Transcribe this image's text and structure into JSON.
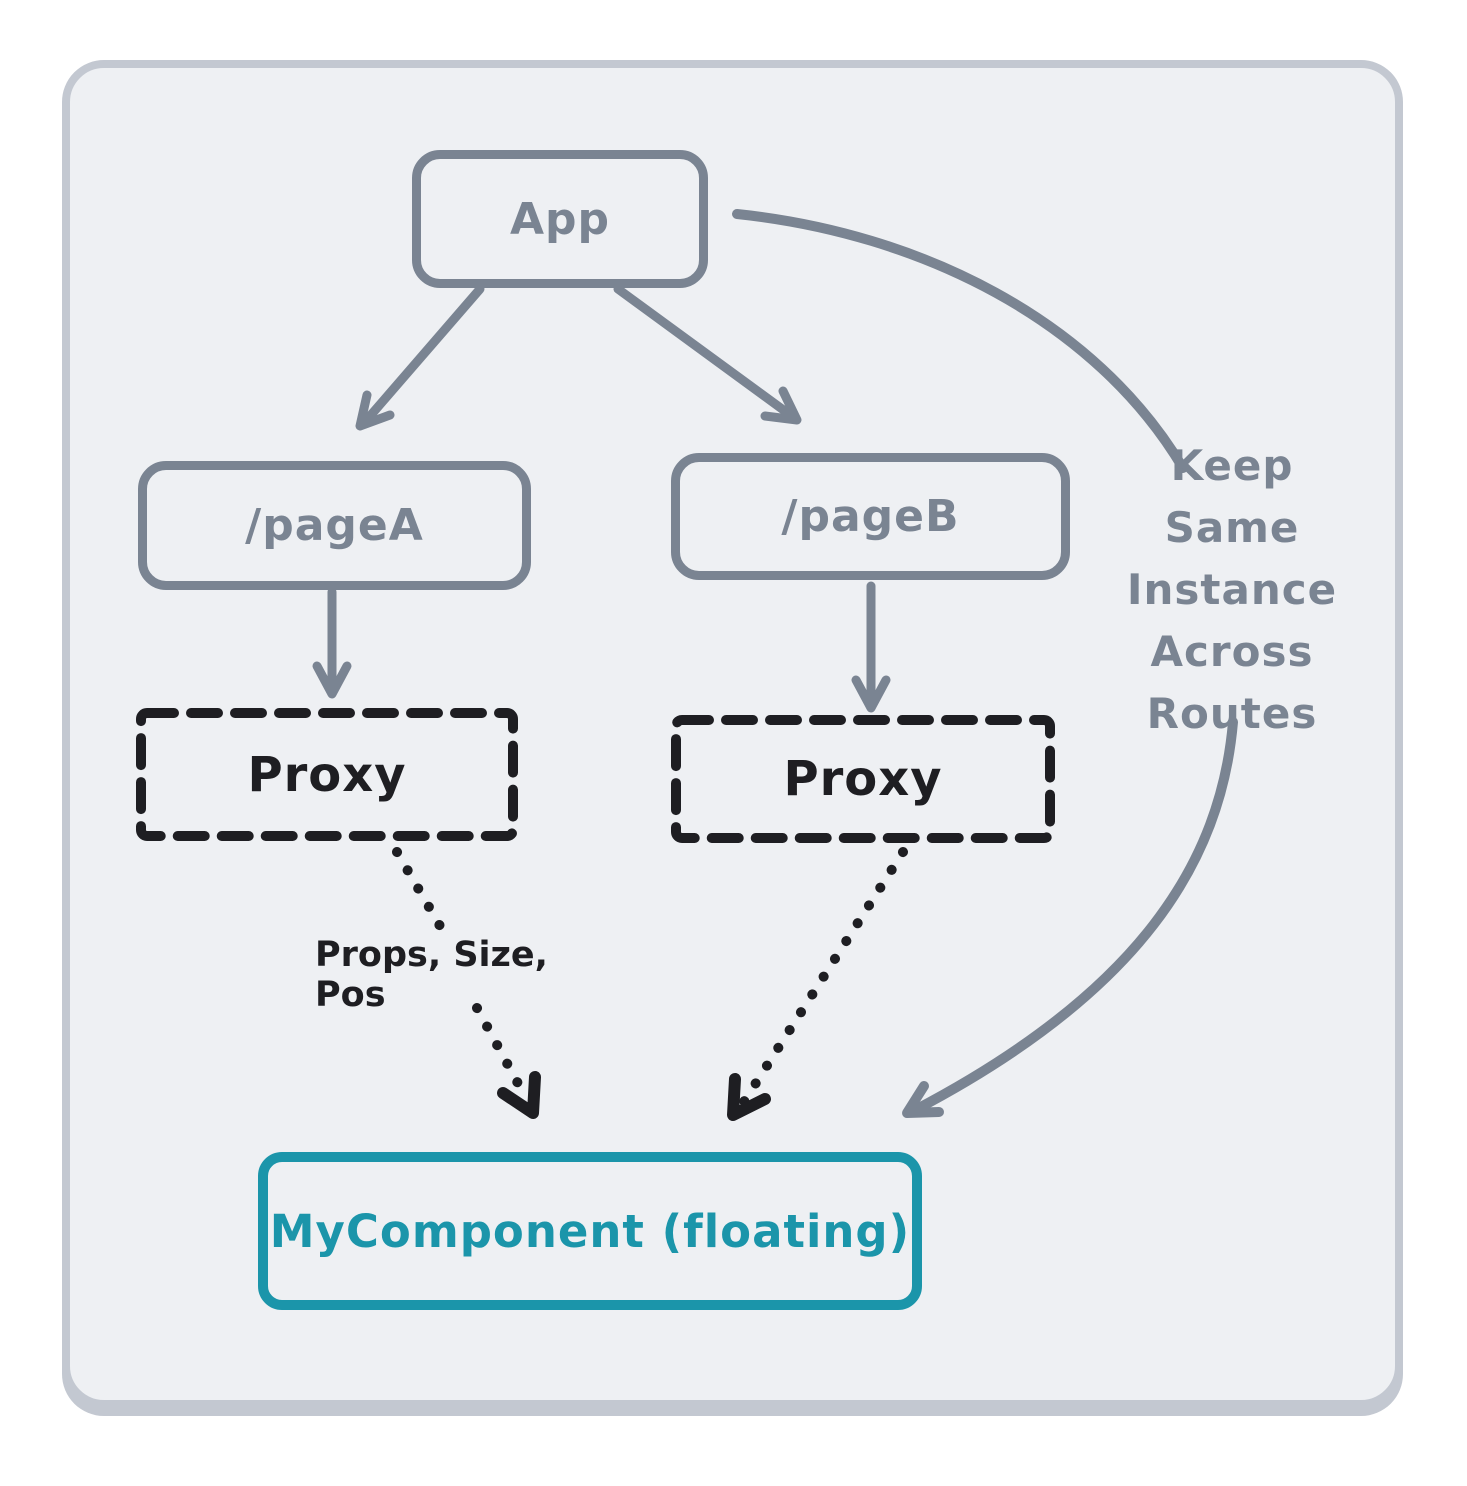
{
  "meta": {
    "title": "Keep same component instance across routes diagram",
    "style": "hand-drawn whiteboard sketch"
  },
  "nodes": {
    "app": {
      "label": "App"
    },
    "pageA": {
      "label": "/pageA"
    },
    "pageB": {
      "label": "/pageB"
    },
    "proxyA": {
      "label": "Proxy"
    },
    "proxyB": {
      "label": "Proxy"
    },
    "mycomponent": {
      "label": "MyComponent (floating)"
    }
  },
  "annotations": {
    "props_label": "Props, Size, Pos",
    "keep_same_label": "Keep Same\nInstance\nAcross\nRoutes"
  },
  "edges": [
    {
      "from": "app",
      "to": "pageA",
      "style": "solid-gray-arrow"
    },
    {
      "from": "app",
      "to": "pageB",
      "style": "solid-gray-arrow"
    },
    {
      "from": "pageA",
      "to": "proxyA",
      "style": "solid-gray-arrow"
    },
    {
      "from": "pageB",
      "to": "proxyB",
      "style": "solid-gray-arrow"
    },
    {
      "from": "proxyA",
      "to": "mycomponent",
      "style": "dotted-black-arrow",
      "label": "Props, Size, Pos"
    },
    {
      "from": "proxyB",
      "to": "mycomponent",
      "style": "dotted-black-arrow"
    },
    {
      "from": "app",
      "to": "mycomponent",
      "style": "curved-gray-arrow",
      "label": "Keep Same Instance Across Routes"
    }
  ],
  "colors": {
    "gray_stroke": "#7a8492",
    "black_stroke": "#1e1e22",
    "teal_accent": "#1b95aa",
    "card_background": "#eef0f3",
    "card_border": "#c3c8d1"
  }
}
